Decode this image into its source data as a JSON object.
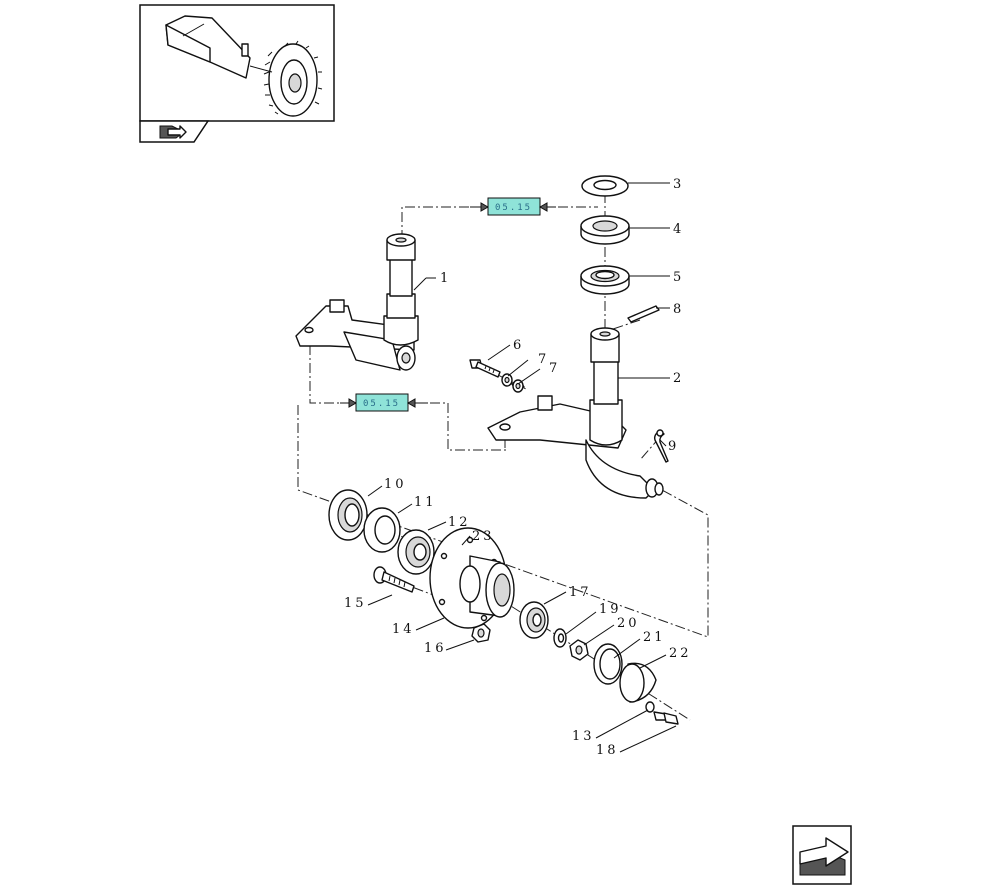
{
  "part_numbers": [
    "1",
    "2",
    "3",
    "4",
    "5",
    "6",
    "7",
    "7",
    "8",
    "9",
    "10",
    "11",
    "12",
    "23",
    "15",
    "14",
    "16",
    "17",
    "19",
    "20",
    "21",
    "22",
    "13",
    "18"
  ],
  "references": [
    "05.15",
    "05.15"
  ],
  "icons": {
    "overview": "tractor-front-axle-wheel-thumbnail",
    "back": "back-arrow-icon",
    "next": "next-page-arrow-icon"
  }
}
